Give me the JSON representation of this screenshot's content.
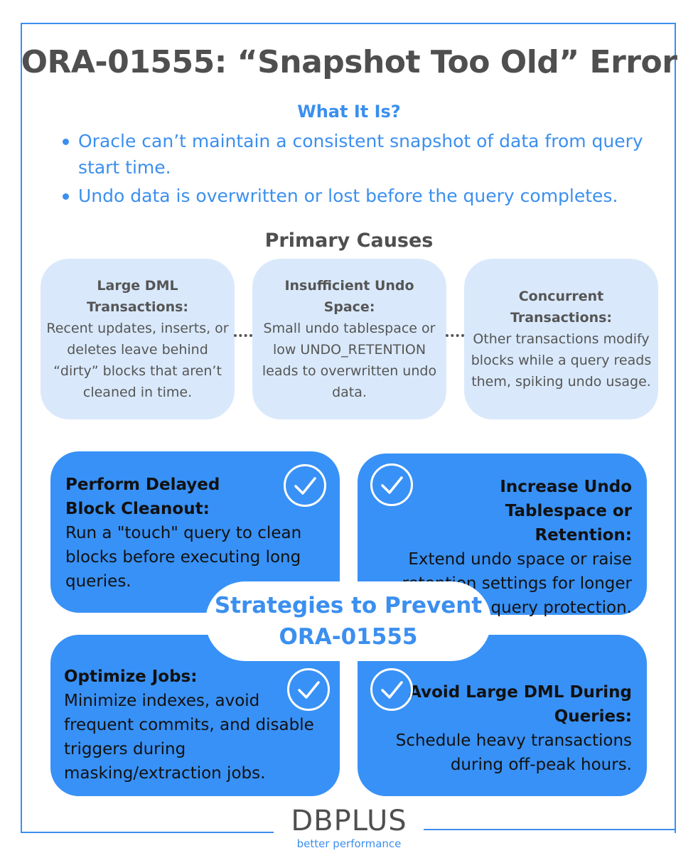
{
  "title": "ORA-01555: “Snapshot Too Old” Error",
  "what": {
    "heading": "What It Is?",
    "items": [
      "Oracle can’t maintain a consistent snapshot of data from query start time.",
      "Undo data is overwritten or lost before the query completes."
    ]
  },
  "causes": {
    "heading": "Primary Causes",
    "items": [
      {
        "title": "Large DML Transactions:",
        "text": "Recent updates, inserts, or deletes leave behind “dirty” blocks that aren’t cleaned in time."
      },
      {
        "title": "Insufficient Undo Space:",
        "text": "Small undo tablespace or low UNDO_RETENTION leads to overwritten undo data."
      },
      {
        "title": "Concurrent Transactions:",
        "text": "Other transactions modify blocks while a query reads them, spiking undo usage."
      }
    ]
  },
  "strategies": {
    "heading_line1": "Strategies to Prevent",
    "heading_line2": "ORA-01555",
    "items": [
      {
        "title": "Perform Delayed Block Cleanout:",
        "text": "Run a \"touch\" query to clean blocks before executing long queries.",
        "icon": "check-circle-icon"
      },
      {
        "title": "Increase Undo Tablespace or Retention:",
        "text": "Extend undo space or raise retention settings for longer query protection.",
        "icon": "check-circle-icon"
      },
      {
        "title": "Optimize Jobs:",
        "text": "Minimize indexes, avoid frequent commits, and disable triggers during masking/extraction jobs.",
        "icon": "check-circle-icon"
      },
      {
        "title": "Avoid Large DML During Queries:",
        "text": "Schedule heavy transactions during off-peak hours.",
        "icon": "check-circle-icon"
      }
    ]
  },
  "logo": {
    "name": "DBPLUS",
    "tagline": "better performance"
  },
  "colors": {
    "accent": "#3b8fef",
    "card_light": "#d9e9fb",
    "card_blue": "#3891f6",
    "text_dark": "#4f4f4f"
  }
}
